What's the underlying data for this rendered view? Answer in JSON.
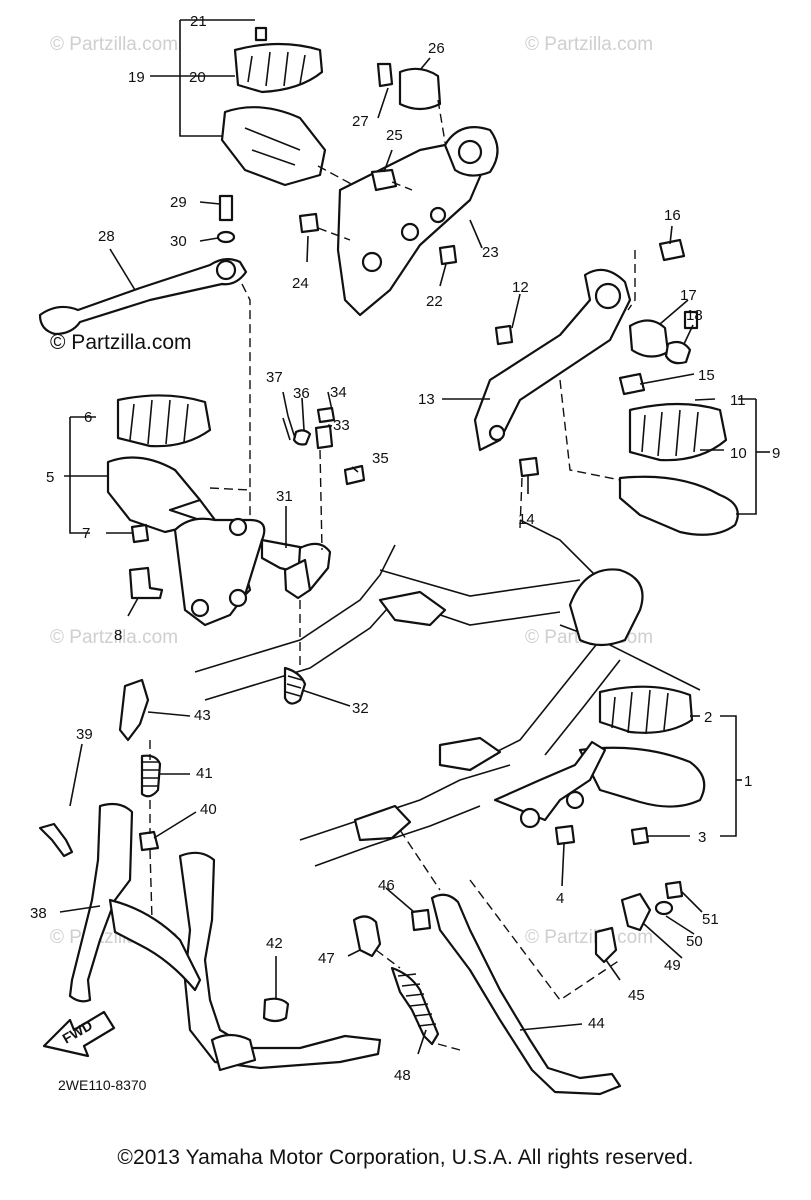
{
  "watermark": "© Partzilla.com",
  "watermark_main": "© Partzilla.com",
  "diagram_code": "2WE110-8370",
  "fwd_label": "FWD",
  "copyright": "©2013 Yamaha Motor Corporation, U.S.A. All rights reserved.",
  "callouts": [
    "1",
    "2",
    "3",
    "4",
    "5",
    "6",
    "7",
    "8",
    "9",
    "10",
    "11",
    "12",
    "13",
    "14",
    "15",
    "16",
    "17",
    "18",
    "19",
    "20",
    "21",
    "22",
    "23",
    "24",
    "25",
    "26",
    "27",
    "28",
    "29",
    "30",
    "31",
    "32",
    "33",
    "34",
    "35",
    "36",
    "37",
    "38",
    "39",
    "40",
    "41",
    "42",
    "43",
    "44",
    "45",
    "46",
    "47",
    "48",
    "49",
    "50",
    "51"
  ]
}
